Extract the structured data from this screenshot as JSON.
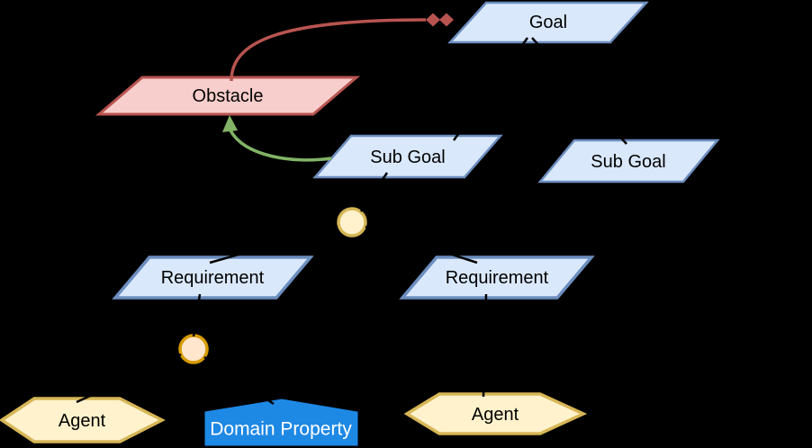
{
  "diagram": {
    "title": "KAOS goal model diagram",
    "background": "#000000",
    "palette": {
      "goal_fill": "#dae8fc",
      "goal_stroke": "#6c8ebf",
      "obstacle_fill": "#f8cecc",
      "obstacle_stroke": "#b85450",
      "junction_and_fill": "#fff2cc",
      "junction_and_stroke": "#d6b656",
      "junction_or_fill": "#ffe6cc",
      "junction_or_stroke": "#d79b00",
      "agent_fill": "#fff2cc",
      "agent_stroke": "#d6b656",
      "domain_property_fill": "#1e88e5",
      "domain_property_text": "#ffffff",
      "obstruction_edge": "#b85450",
      "resolution_edge": "#82b366",
      "refinement_edge": "#000000",
      "label_color": "#000000"
    },
    "nodes": {
      "goal": {
        "label": "Goal",
        "shape": "parallelogram"
      },
      "obstacle": {
        "label": "Obstacle",
        "shape": "parallelogram"
      },
      "subgoal_left": {
        "label": "Sub Goal",
        "shape": "parallelogram"
      },
      "subgoal_right": {
        "label": "Sub Goal",
        "shape": "parallelogram"
      },
      "requirement_left": {
        "label": "Requirement",
        "shape": "parallelogram"
      },
      "requirement_right": {
        "label": "Requirement",
        "shape": "parallelogram"
      },
      "junction_upper": {
        "label": "",
        "shape": "circle"
      },
      "junction_lower": {
        "label": "",
        "shape": "circle"
      },
      "agent_left": {
        "label": "Agent",
        "shape": "hexagon"
      },
      "agent_right": {
        "label": "Agent",
        "shape": "hexagon"
      },
      "domain_property": {
        "label": "Domain Property",
        "shape": "pentagon"
      }
    },
    "edges": [
      {
        "from": "obstacle",
        "to": "goal",
        "type": "obstruction",
        "color": "#b85450"
      },
      {
        "from": "subgoal_left",
        "to": "obstacle",
        "type": "resolution",
        "color": "#82b366"
      },
      {
        "from": "goal",
        "to": "subgoal_left",
        "type": "refinement",
        "color": "#000000"
      },
      {
        "from": "goal",
        "to": "subgoal_right",
        "type": "refinement",
        "color": "#000000"
      },
      {
        "from": "subgoal_left",
        "to": "junction_upper",
        "type": "refinement",
        "color": "#000000"
      },
      {
        "from": "junction_upper",
        "to": "requirement_left",
        "type": "refinement",
        "color": "#000000"
      },
      {
        "from": "junction_upper",
        "to": "requirement_right",
        "type": "refinement",
        "color": "#000000"
      },
      {
        "from": "requirement_left",
        "to": "junction_lower",
        "type": "refinement",
        "color": "#000000"
      },
      {
        "from": "junction_lower",
        "to": "agent_left",
        "type": "refinement",
        "color": "#000000"
      },
      {
        "from": "junction_lower",
        "to": "domain_property",
        "type": "refinement",
        "color": "#000000"
      },
      {
        "from": "requirement_right",
        "to": "agent_right",
        "type": "refinement",
        "color": "#000000"
      }
    ]
  }
}
